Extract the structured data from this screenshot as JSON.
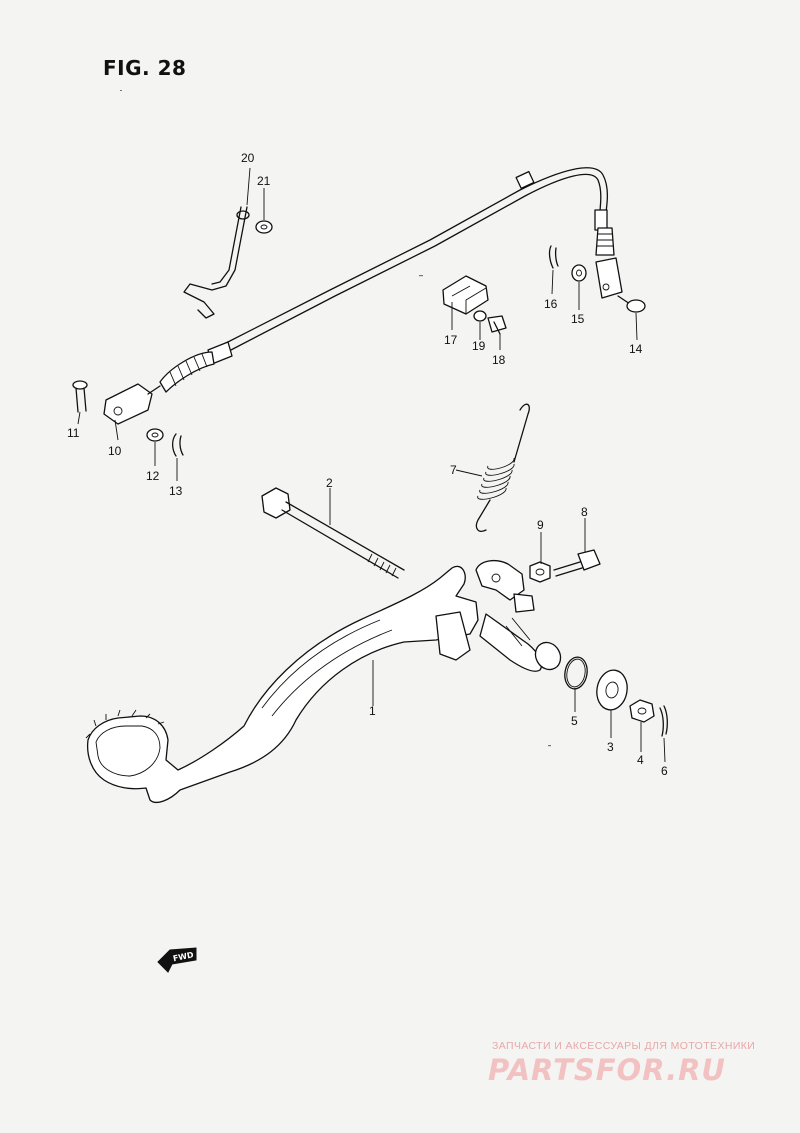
{
  "figure": {
    "title": "FIG. 28"
  },
  "callouts": [
    {
      "id": "1",
      "label": "1"
    },
    {
      "id": "2",
      "label": "2"
    },
    {
      "id": "3",
      "label": "3"
    },
    {
      "id": "4",
      "label": "4"
    },
    {
      "id": "5",
      "label": "5"
    },
    {
      "id": "6",
      "label": "6"
    },
    {
      "id": "7",
      "label": "7"
    },
    {
      "id": "8",
      "label": "8"
    },
    {
      "id": "9",
      "label": "9"
    },
    {
      "id": "10",
      "label": "10"
    },
    {
      "id": "11",
      "label": "11"
    },
    {
      "id": "12",
      "label": "12"
    },
    {
      "id": "13",
      "label": "13"
    },
    {
      "id": "14",
      "label": "14"
    },
    {
      "id": "15",
      "label": "15"
    },
    {
      "id": "16",
      "label": "16"
    },
    {
      "id": "17",
      "label": "17"
    },
    {
      "id": "18",
      "label": "18"
    },
    {
      "id": "19",
      "label": "19"
    },
    {
      "id": "20",
      "label": "20"
    },
    {
      "id": "21",
      "label": "21"
    }
  ],
  "direction_marker": {
    "label": "FWD"
  },
  "watermark": {
    "caption": "ЗАПЧАСТИ И АКСЕССУАРЫ ДЛЯ МОТОТЕХНИКИ",
    "brand": "PARTSFOR.RU",
    "color": "#f2c2c2"
  }
}
